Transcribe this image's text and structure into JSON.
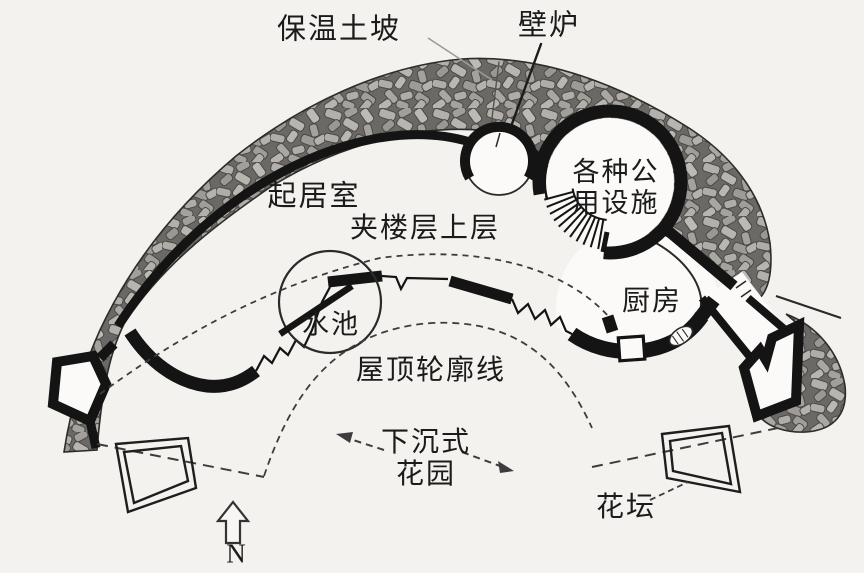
{
  "figure": {
    "kind": "earth-sheltered house floor plan",
    "colors": {
      "paper": "#f3f2ef",
      "ink": "#1b1b1b",
      "stone_fill": "#6b6965",
      "stone_light": "#b3b0ab",
      "leader_gray": "#9a9a9a"
    }
  },
  "labels": {
    "earth_berm": "保温土坡",
    "fireplace": "壁炉",
    "utilities": "各种公\n用设施",
    "living_room": "起居室",
    "mezzanine_upper": "夹楼层上层",
    "pool": "水池",
    "kitchen": "厨房",
    "roof_outline": "屋顶轮廓线",
    "sunken_garden": "下沉式\n花园",
    "flower_bed": "花坛",
    "north": "N"
  }
}
